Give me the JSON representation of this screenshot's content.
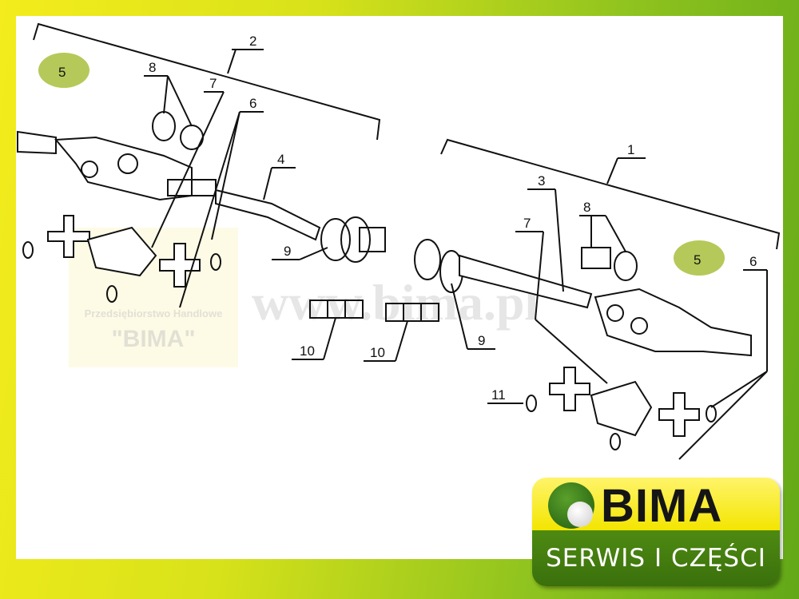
{
  "diagram": {
    "labels": {
      "l1": "1",
      "l2": "2",
      "l3": "3",
      "l4": "4",
      "l5a": "5",
      "l5b": "5",
      "l6a": "6",
      "l6b": "6",
      "l7a": "7",
      "l7b": "7",
      "l8a": "8",
      "l8b": "8",
      "l9a": "9",
      "l9b": "9",
      "l10a": "10",
      "l10b": "10",
      "l11": "11"
    },
    "highlight_color": "#b5c95a"
  },
  "watermark": {
    "url": "www.bima.pl",
    "company_line": "Przedsiębiorstwo Handlowe",
    "company_name": "\"BIMA\""
  },
  "logo": {
    "brand": "BIMA",
    "tagline": "SERWIS I CZĘŚCI"
  }
}
